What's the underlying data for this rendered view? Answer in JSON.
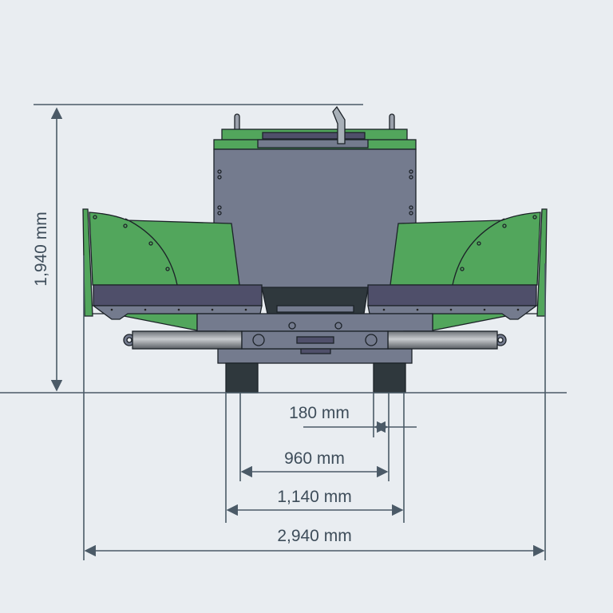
{
  "dimensions": {
    "height": "1,940 mm",
    "track_gap": "180 mm",
    "track_inner": "960 mm",
    "track_outer": "1,140 mm",
    "total_width": "2,940 mm"
  },
  "colors": {
    "background": "#e9edf1",
    "green": "#52a65c",
    "body": "#747b8e",
    "dark_band": "#4f4f6a",
    "dim_line": "#4b5a67"
  }
}
